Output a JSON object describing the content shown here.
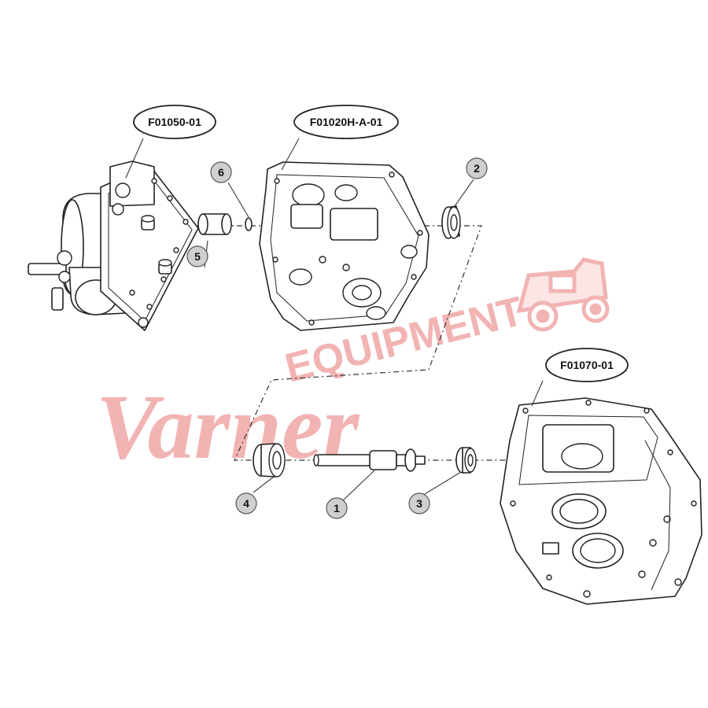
{
  "watermark": {
    "script_text": "Varner",
    "block_text": "EQUIPMENT",
    "color": "#f2b3b3"
  },
  "part_labels": {
    "cover": "F01050-01",
    "middle_housing": "F01020H-A-01",
    "main_housing": "F01070-01"
  },
  "callouts": {
    "c1": "1",
    "c2": "2",
    "c3": "3",
    "c4": "4",
    "c5": "5",
    "c6": "6"
  },
  "colors": {
    "line": "#222222",
    "callout_fill": "#cfcfcf",
    "background": "#ffffff"
  }
}
